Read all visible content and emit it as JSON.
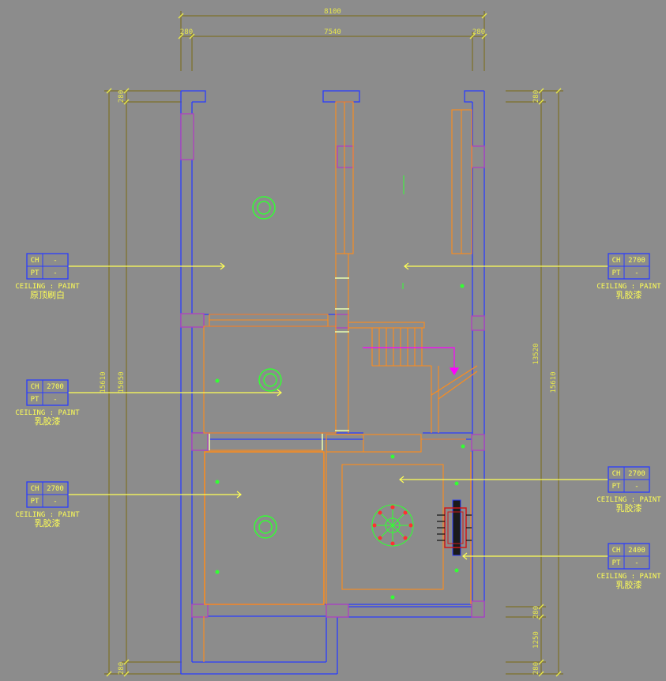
{
  "dimensions": {
    "top_total": "8100",
    "top_left": "280",
    "top_mid": "7540",
    "top_right": "280",
    "left_outer": "15610",
    "left_inner": "15050",
    "left_top": "280",
    "left_bottom": "280",
    "right_outer": "15610",
    "right_inner": "13520",
    "right_top": "280",
    "right_mid": "280",
    "right_lower": "1250",
    "right_bottom": "280"
  },
  "ceiling_tags": [
    {
      "ch_label": "CH",
      "ch_value": "-",
      "pt_label": "PT",
      "pt_value": "-",
      "note": "CEILING : PAINT",
      "material": "原顶刷白"
    },
    {
      "ch_label": "CH",
      "ch_value": "2700",
      "pt_label": "PT",
      "pt_value": "-",
      "note": "CEILING : PAINT",
      "material": "乳胶漆"
    },
    {
      "ch_label": "CH",
      "ch_value": "2700",
      "pt_label": "PT",
      "pt_value": "-",
      "note": "CEILING : PAINT",
      "material": "乳胶漆"
    },
    {
      "ch_label": "CH",
      "ch_value": "2700",
      "pt_label": "PT",
      "pt_value": "-",
      "note": "CEILING : PAINT",
      "material": "乳胶漆"
    },
    {
      "ch_label": "CH",
      "ch_value": "2700",
      "pt_label": "PT",
      "pt_value": "-",
      "note": "CEILING : PAINT",
      "material": "乳胶漆"
    },
    {
      "ch_label": "CH",
      "ch_value": "2400",
      "pt_label": "PT",
      "pt_value": "-",
      "note": "CEILING : PAINT",
      "material": "乳胶漆"
    }
  ],
  "colors": {
    "background": "#8c8c8c",
    "wall": "#2a3cff",
    "column": "#b040c0",
    "partition": "#ff8c1a",
    "dimension": "#7a6a10",
    "tag": "#ffff55",
    "light": "#33ff33",
    "fixture_red": "#d01818",
    "stair_arrow": "#ff00ff"
  }
}
